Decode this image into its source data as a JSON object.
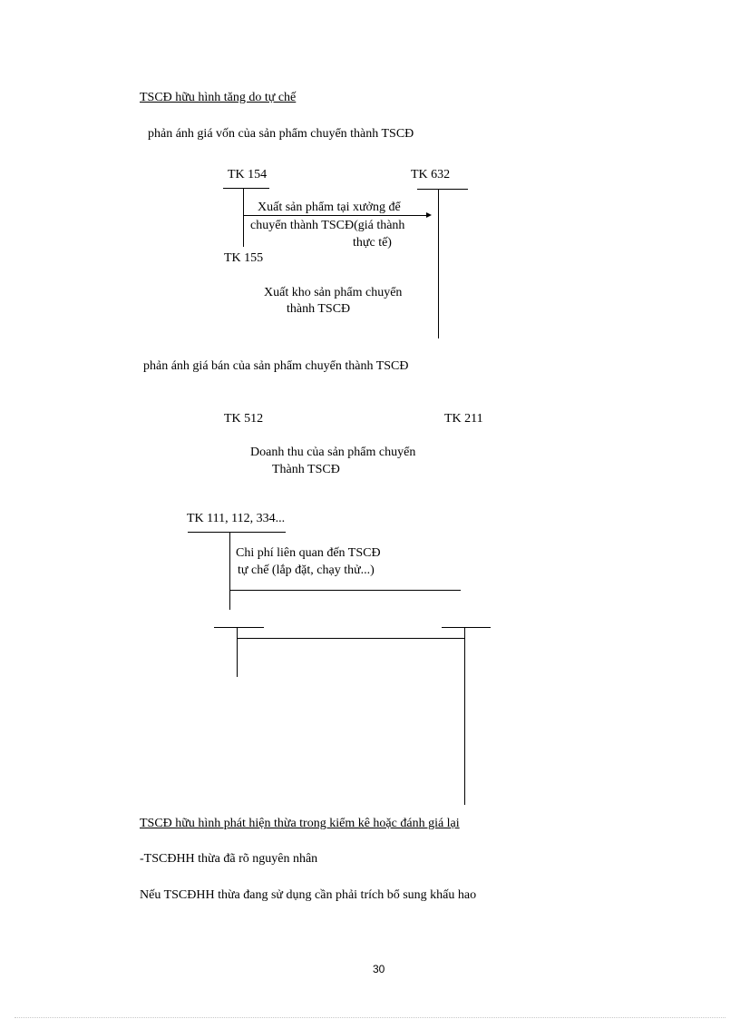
{
  "document": {
    "section1_heading": "TSCĐ hữu hình  tăng  do tự chế ",
    "subheading_cost": "phản ánh giá vốn của sản phẩm chuyển thành TSCĐ",
    "diagram1": {
      "account_154": "TK 154",
      "account_632": "TK 632",
      "account_155": "TK 155",
      "arrow_label_line1": "Xuất sản phẩm tại xưởng để",
      "arrow_label_line2": "chuyển thành TSCĐ(giá thành",
      "arrow_label_line3": "thực tế)",
      "note_line1": "Xuất kho sản phẩm chuyển",
      "note_line2": "thành TSCĐ"
    },
    "subheading_price": "phản ánh giá bán của sản phẩm chuyển thành TSCĐ",
    "diagram2": {
      "account_512": "TK 512",
      "account_211": "TK 211",
      "revenue_line1": "Doanh thu của sản phẩm chuyển",
      "revenue_line2": "Thành TSCĐ",
      "account_111": "TK 111, 112, 334...",
      "cost_line1": "Chi phí liên  quan đến TSCĐ",
      "cost_line2": "tự chế (lắp đặt, chạy thử...)"
    },
    "section2_heading": "TSCĐ hữu hình  phát hiện thừa trong kiểm kê hoặc đánh giá lại ",
    "item1": "-TSCĐHH thừa đã rõ nguyên  nhân",
    "item2": "Nếu TSCĐHH thừa đang sử dụng cần phải trích bổ sung khấu hao",
    "page_number": "30"
  }
}
